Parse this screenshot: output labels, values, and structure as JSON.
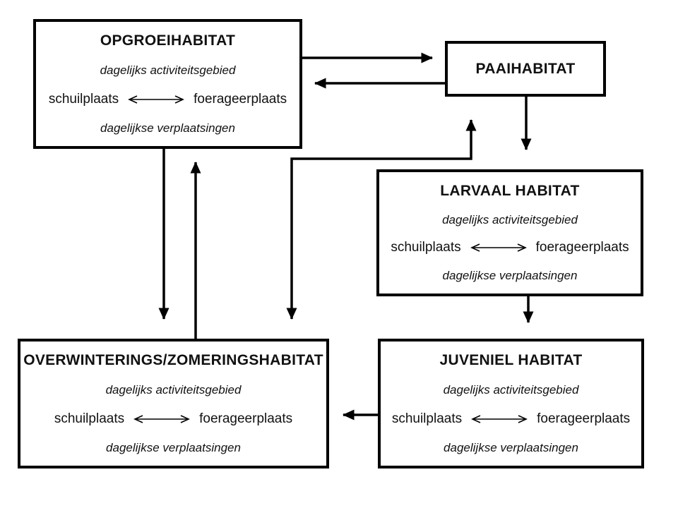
{
  "diagram": {
    "background_color": "#ffffff",
    "line_color": "#000000",
    "boxes": {
      "opgroei": {
        "title": "OPGROEIHABITAT",
        "subtitle": "dagelijks activiteitsgebied",
        "left_label": "schuilplaats",
        "right_label": "foerageerplaats",
        "footer": "dagelijkse verplaatsingen"
      },
      "paai": {
        "title": "PAAIHABITAT"
      },
      "larvaal": {
        "title": "LARVAAL HABITAT",
        "subtitle": "dagelijks activiteitsgebied",
        "left_label": "schuilplaats",
        "right_label": "foerageerplaats",
        "footer": "dagelijkse verplaatsingen"
      },
      "juveniel": {
        "title": "JUVENIEL HABITAT",
        "subtitle": "dagelijks activiteitsgebied",
        "left_label": "schuilplaats",
        "right_label": "foerageerplaats",
        "footer": "dagelijkse verplaatsingen"
      },
      "overwinterings": {
        "title": "OVERWINTERINGS/ZOMERINGSHABITAT",
        "subtitle": "dagelijks activiteitsgebied",
        "left_label": "schuilplaats",
        "right_label": "foerageerplaats",
        "footer": "dagelijkse verplaatsingen"
      }
    },
    "connections": [
      {
        "from": "opgroeihabitat",
        "to": "paaihabitat",
        "direction": "right"
      },
      {
        "from": "paaihabitat",
        "to": "opgroeihabitat",
        "direction": "left"
      },
      {
        "from": "paaihabitat",
        "to": "larvaal-habitat",
        "direction": "down"
      },
      {
        "from": "larvaal-habitat",
        "to": "juveniel-habitat",
        "direction": "down"
      },
      {
        "from": "juveniel-habitat",
        "to": "overwinterings-zomeringshabitat",
        "direction": "left"
      },
      {
        "from": "opgroeihabitat",
        "to": "overwinterings-zomeringshabitat",
        "direction": "down"
      },
      {
        "from": "overwinterings-zomeringshabitat",
        "to": "opgroeihabitat",
        "direction": "up"
      },
      {
        "from": "overwinterings-zomeringshabitat",
        "to": "paaihabitat",
        "direction": "elbow",
        "bidirectional": true
      }
    ]
  }
}
